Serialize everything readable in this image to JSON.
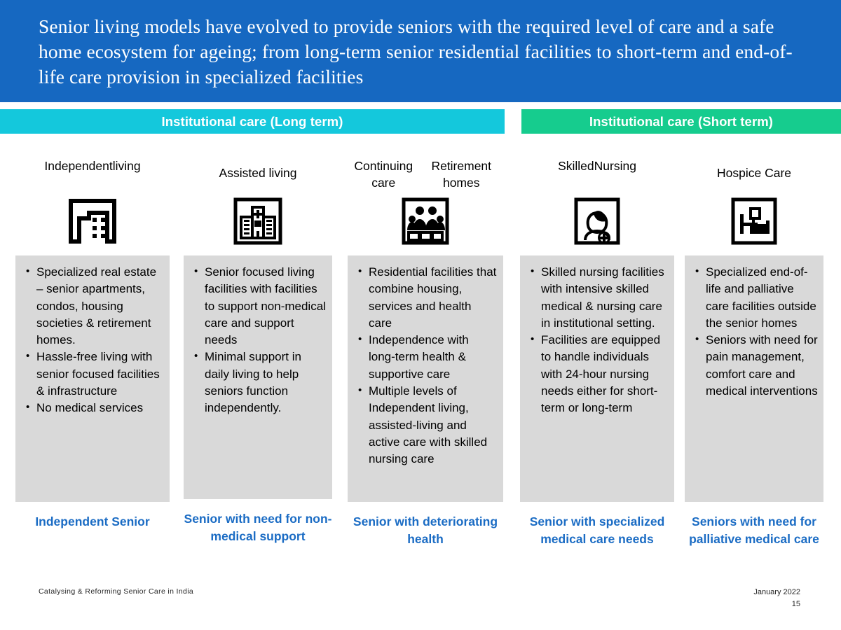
{
  "slide": {
    "title": "Senior living models have evolved to provide seniors with the required level of care and a safe home ecosystem for ageing; from long-term senior residential facilities to short-term and end-of-life care provision in specialized facilities",
    "title_bg": "#1668C1",
    "footer_left": "Catalysing & Reforming Senior Care in India",
    "footer_date": "January 2022",
    "footer_page": "15"
  },
  "categories": [
    {
      "label": "Institutional care (Long term)",
      "color": "#14C8DC"
    },
    {
      "label": "Institutional care (Short term)",
      "color": "#16CC8E"
    }
  ],
  "columns": [
    {
      "title": "Independent\nliving",
      "icon": "apartment-building-icon",
      "bullets": [
        "Specialized real estate – senior apartments, condos, housing societies & retirement homes.",
        "Hassle-free living with senior focused facilities & infrastructure",
        "No medical services"
      ],
      "footer": "Independent Senior",
      "footer_color": "#1B6CC4"
    },
    {
      "title": "Assisted living",
      "icon": "hospital-building-icon",
      "bullets": [
        "Senior focused living facilities with facilities to support non-medical care and support needs",
        "Minimal support in daily living to help seniors function independently."
      ],
      "footer": "Senior with need for non-medical support",
      "footer_color": "#1B6CC4"
    },
    {
      "title": "Continuing care\nRetirement homes",
      "icon": "group-of-people-icon",
      "bullets": [
        "Residential facilities that combine housing, services and health care",
        "Independence with long-term health & supportive care",
        "Multiple levels of Independent living, assisted-living and active care with skilled nursing care"
      ],
      "footer": "Senior with deteriorating health",
      "footer_color": "#1B6CC4"
    },
    {
      "title": "Skilled\nNursing",
      "icon": "nurse-icon",
      "bullets": [
        "Skilled nursing facilities with intensive skilled medical & nursing care in institutional setting.",
        "Facilities are equipped to handle individuals with 24-hour nursing needs either for short-term or long-term"
      ],
      "footer": "Senior with specialized medical care needs",
      "footer_color": "#1B6CC4"
    },
    {
      "title": "Hospice Care",
      "icon": "hospital-bed-icon",
      "bullets": [
        "Specialized end-of-life and palliative care facilities outside the senior homes",
        "Seniors with need for pain management, comfort care and medical interventions"
      ],
      "footer": "Seniors with need for palliative medical care",
      "footer_color": "#1B6CC4"
    }
  ],
  "card_bg": "#D9D9D9"
}
